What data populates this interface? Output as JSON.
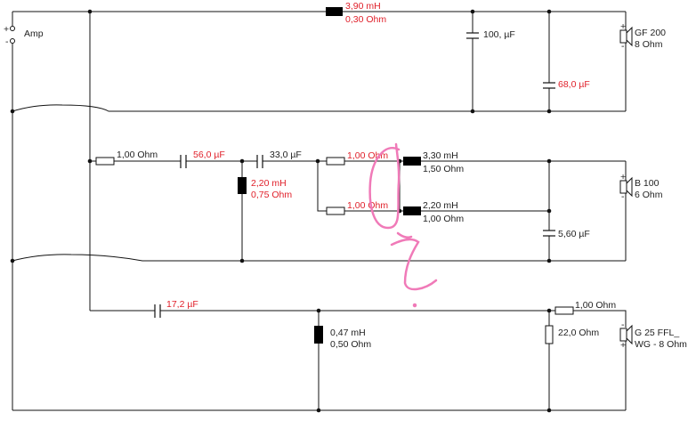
{
  "amp": {
    "label": "Amp",
    "plus": "+",
    "minus": "-"
  },
  "colors": {
    "accent_value": "#e0202a",
    "annotation": "#f07ab8"
  },
  "woofer_section": {
    "l1": {
      "value": "3,90 mH",
      "resistance": "0,30 Ohm"
    },
    "c1": {
      "value": "100, µF"
    },
    "c2": {
      "value": "68,0 µF"
    },
    "speaker": {
      "name": "GF 200",
      "impedance": "8 Ohm",
      "plus": "+",
      "minus": "-"
    }
  },
  "mid_section": {
    "r1": {
      "value": "1,00 Ohm"
    },
    "c1": {
      "value": "56,0 µF"
    },
    "c2": {
      "value": "33,0 µF"
    },
    "l_shunt": {
      "value": "2,20 mH",
      "resistance": "0,75 Ohm"
    },
    "r_upper": {
      "value": "1,00 Ohm"
    },
    "r_lower": {
      "value": "1,00 Ohm"
    },
    "l_upper": {
      "value": "3,30 mH",
      "resistance": "1,50 Ohm"
    },
    "l_lower": {
      "value": "2,20 mH",
      "resistance": "1,00 Ohm"
    },
    "c3": {
      "value": "5,60 µF"
    },
    "speaker": {
      "name": "B 100",
      "impedance": "6 Ohm",
      "plus": "+",
      "minus": "-"
    }
  },
  "tweeter_section": {
    "c1": {
      "value": "17,2 µF"
    },
    "l1": {
      "value": "0,47 mH",
      "resistance": "0,50 Ohm"
    },
    "r_shunt": {
      "value": "22,0 Ohm"
    },
    "r_series": {
      "value": "1,00 Ohm"
    },
    "speaker": {
      "name": "G 25 FFL_",
      "impedance": "WG - 8 Ohm",
      "plus": "+",
      "minus": "-"
    }
  }
}
